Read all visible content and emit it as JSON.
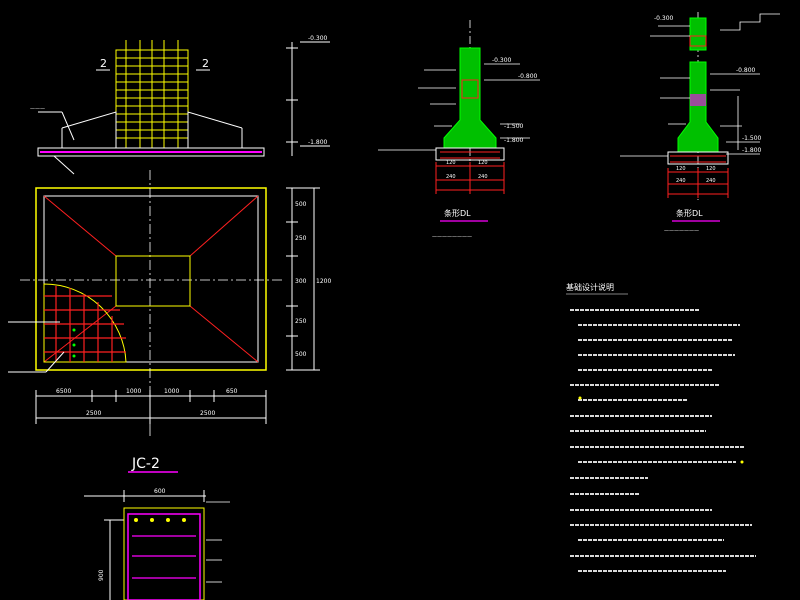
{
  "colors": {
    "background": "#000000",
    "outline": "#ffffff",
    "yellow": "#ffff00",
    "red": "#ff2020",
    "green": "#00ff00",
    "magenta": "#ff00ff",
    "cyan": "#00ffff"
  },
  "section_marks": {
    "left": "2",
    "right": "2"
  },
  "plan": {
    "dims_bottom": [
      "6500",
      "1000",
      "1000",
      "650"
    ],
    "dims_bottom_total": [
      "2500",
      "2500"
    ],
    "dims_right": [
      "500",
      "250",
      "300",
      "250",
      "500"
    ],
    "dims_right_total": "1200"
  },
  "jc2": {
    "title": "JC-2",
    "top_dim": "600",
    "side_dim": "900"
  },
  "detail_left": {
    "elev_top": "-0.300",
    "elev_mid": "-0.800",
    "elev_low": "-1.500",
    "elev_bottom": "-1.800",
    "dims": [
      "120",
      "120",
      "240",
      "240"
    ],
    "title": "条形DL"
  },
  "detail_right": {
    "elev_top": "-0.300",
    "elev_mid": "-0.800",
    "elev_low": "-1.500",
    "elev_bottom": "-1.800",
    "dims": [
      "120",
      "120",
      "240",
      "240"
    ],
    "title": "条形DL"
  },
  "notes": {
    "title": "基础设计说明"
  }
}
